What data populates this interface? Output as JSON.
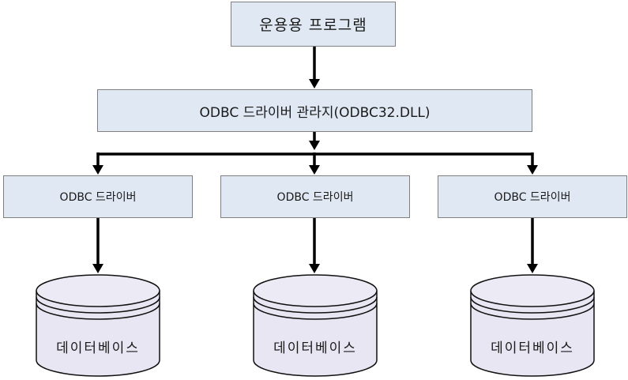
{
  "diagram": {
    "app_box": {
      "label": "운용용 프로그램"
    },
    "manager_box": {
      "label": "ODBC 드라이버 관라지(ODBC32.DLL)"
    },
    "drivers": [
      {
        "label": "ODBC 드라이버"
      },
      {
        "label": "ODBC 드라이버"
      },
      {
        "label": "ODBC 드라이버"
      }
    ],
    "databases": [
      {
        "label": "데이터베이스"
      },
      {
        "label": "데이터베이스"
      },
      {
        "label": "데이터베이스"
      }
    ],
    "colors": {
      "box_fill": "#dfe8f3",
      "box_border": "#7f7f7f",
      "db_fill": "#e8e6f2",
      "db_stroke": "#111111",
      "arrow": "#000000"
    }
  }
}
